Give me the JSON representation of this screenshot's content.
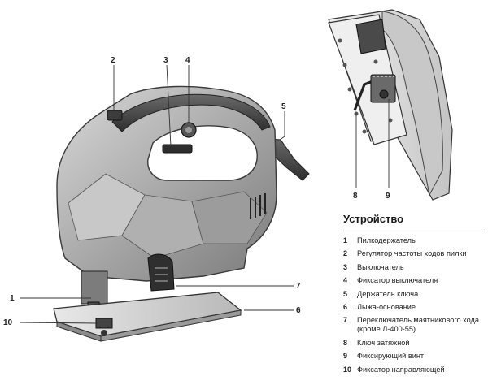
{
  "callouts": {
    "c1": "1",
    "c2": "2",
    "c3": "3",
    "c4": "4",
    "c5": "5",
    "c6": "6",
    "c7": "7",
    "c8": "8",
    "c9": "9",
    "c10": "10"
  },
  "legend": {
    "title": "Устройство",
    "items": [
      {
        "num": "1",
        "text": "Пилкодержатель"
      },
      {
        "num": "2",
        "text": "Регулятор частоты ходов пилки"
      },
      {
        "num": "3",
        "text": "Выключатель"
      },
      {
        "num": "4",
        "text": "Фиксатор выключателя"
      },
      {
        "num": "5",
        "text": "Держатель ключа"
      },
      {
        "num": "6",
        "text": "Лыжа-основание"
      },
      {
        "num": "7",
        "text": "Переключатель маятникового хода (кроме Л-400-55)"
      },
      {
        "num": "8",
        "text": "Ключ затяжной"
      },
      {
        "num": "9",
        "text": "Фиксирующий винт"
      },
      {
        "num": "10",
        "text": "Фиксатор направляющей"
      }
    ]
  }
}
